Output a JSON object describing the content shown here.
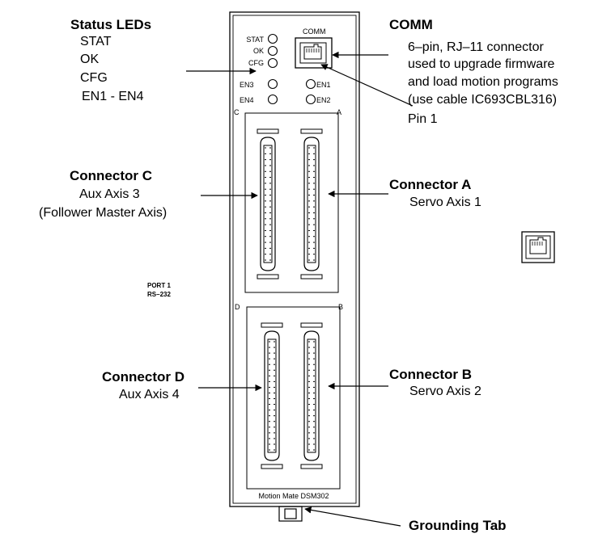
{
  "status_leds": {
    "heading": "Status LEDs",
    "items": [
      "STAT",
      "OK",
      "CFG",
      "EN1 - EN4"
    ]
  },
  "comm": {
    "heading": "COMM",
    "desc": [
      "6–pin, RJ–11 connector",
      "used to upgrade firmware",
      "and load motion programs",
      "(use cable IC693CBL316)"
    ],
    "pin": "Pin 1"
  },
  "connectors": {
    "c": {
      "title": "Connector C",
      "line1": "Aux Axis 3",
      "line2": "(Follower Master Axis)"
    },
    "a": {
      "title": "Connector A",
      "line1": "Servo Axis 1"
    },
    "d": {
      "title": "Connector D",
      "line1": "Aux Axis 4"
    },
    "b": {
      "title": "Connector B",
      "line1": "Servo Axis 2"
    }
  },
  "grounding": "Grounding Tab",
  "module": {
    "comm_label": "COMM",
    "led_labels": {
      "stat": "STAT",
      "ok": "OK",
      "cfg": "CFG",
      "en3": "EN3",
      "en4": "EN4",
      "en1": "EN1",
      "en2": "EN2"
    },
    "bay_letters": {
      "c": "C",
      "a": "A",
      "d": "D",
      "b": "B"
    },
    "port": [
      "PORT 1",
      "RS–232"
    ],
    "name": "Motion Mate DSM302"
  }
}
